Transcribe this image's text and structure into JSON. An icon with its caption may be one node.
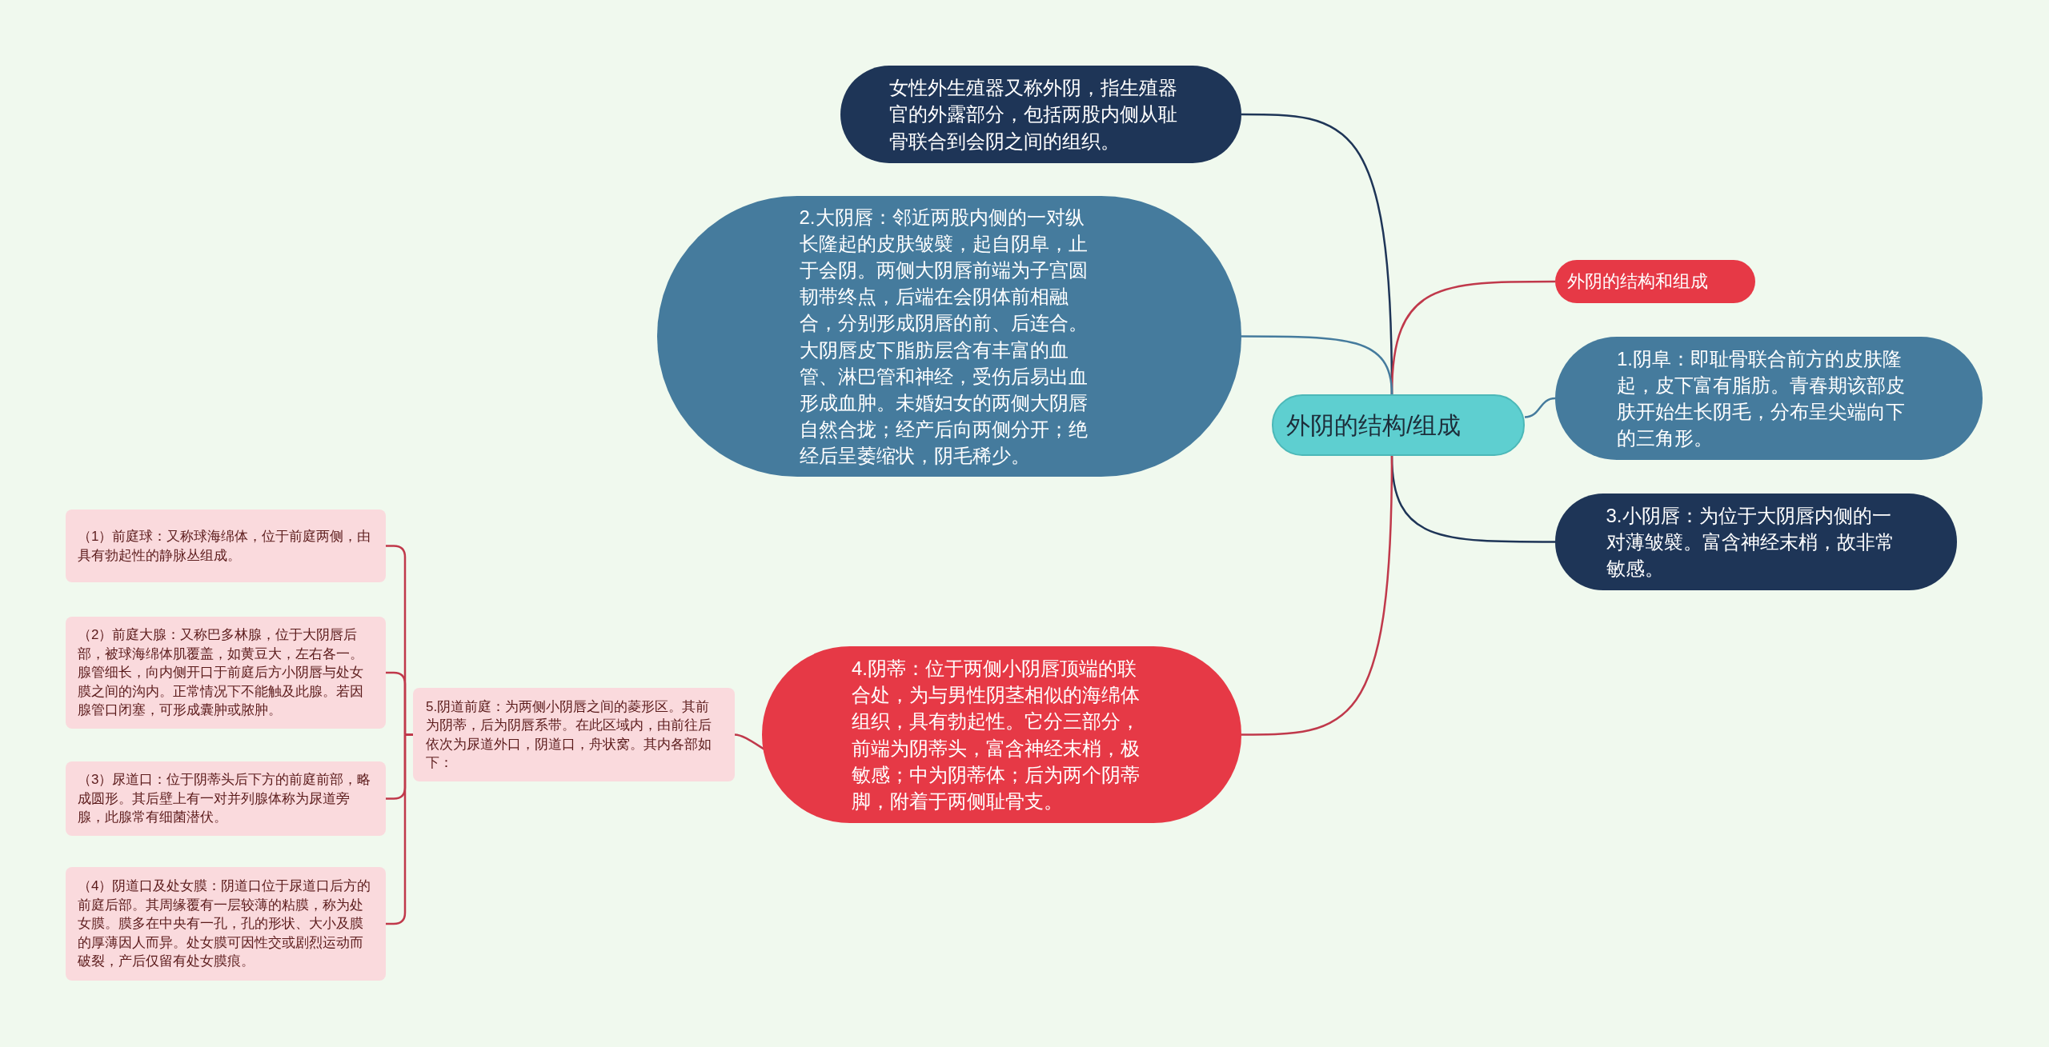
{
  "diagram": {
    "nodes": [
      {
        "text": [
          "外阴的结构/组成"
        ]
      },
      {
        "text": [
          "女性外生殖器又称外阴，指生殖器官的外露部分，包括两股内侧从耻骨联合到会阴之间的组织。"
        ]
      },
      {
        "text": [
          "外阴的结构和组成"
        ]
      },
      {
        "text": [
          "1.阴阜：即耻骨联合前方的皮肤隆起，皮下富有脂肪。青春期该部皮肤开始生长阴毛，分布呈尖端向下的三角形。"
        ]
      },
      {
        "text": [
          "2.大阴唇：邻近两股内侧的一对纵长隆起的皮肤皱襞，起自阴阜，止于会阴。两侧大阴唇前端为子宫圆韧带终点，后端在会阴体前相融合，分别形成阴唇的前、后连合。大阴唇皮下脂肪层含有丰富的血管、淋巴管和神经，受伤后易出血形成血肿。未婚妇女的两侧大阴唇自然合拢；经产后向两侧分开；绝经后呈萎缩状，阴毛稀少。"
        ]
      },
      {
        "text": [
          "3.小阴唇：为位于大阴唇内侧的一对薄皱襞。富含神经末梢，故非常敏感。"
        ]
      },
      {
        "text": [
          "4.阴蒂：位于两侧小阴唇顶端的联合处，为与男性阴茎相似的海绵体组织，具有勃起性。它分三部分，前端为阴蒂头，富含神经末梢，极敏感；中为阴蒂体；后为两个阴蒂脚，附着于两侧耻骨支。"
        ]
      },
      {
        "text": [
          "5.阴道前庭：为两侧小阴唇之间的菱形区。其前为阴蒂，后为阴唇系带。在此区域内，由前往后依次为尿道外口，阴道口，舟状窝。其内各部如下："
        ]
      },
      {
        "text": [
          "（1）前庭球：又称球海绵体，位于前庭两侧，由具有勃起性的静脉丛组成。"
        ]
      },
      {
        "text": [
          "（2）前庭大腺：又称巴多林腺，位于大阴唇后部，被球海绵体肌覆盖，如黄豆大，左右各一。腺管细长，向内侧开口于前庭后方小阴唇与处女膜之间的沟内。正常情况下不能触及此腺。若因腺管口闭塞，可形成囊肿或脓肿。"
        ]
      },
      {
        "text": [
          "（3）尿道口：位于阴蒂头后下方的前庭前部，略成圆形。其后壁上有一对并列腺体称为尿道旁腺，此腺常有细菌潜伏。"
        ]
      },
      {
        "text": [
          "（4）阴道口及处女膜：阴道口位于尿道口后方的前庭后部。其周缘覆有一层较薄的粘膜，称为处女膜。膜多在中央有一孔，孔的形状、大小及膜的厚薄因人而异。处女膜可因性交或剧烈运动而破裂，产后仅留有处女膜痕。"
        ]
      }
    ],
    "edges": [
      {
        "from": 0,
        "to": 1,
        "arrow": "none",
        "color": "#1e3557"
      },
      {
        "from": 0,
        "to": 2,
        "arrow": "none"
      },
      {
        "from": 0,
        "to": 3,
        "arrow": "none",
        "color": "#457b9d"
      },
      {
        "from": 0,
        "to": 4,
        "arrow": "none",
        "color": "#457b9d"
      },
      {
        "from": 0,
        "to": 5,
        "arrow": "none",
        "color": "#1e3557"
      },
      {
        "from": 0,
        "to": 6,
        "arrow": "none"
      },
      {
        "from": 6,
        "to": 7,
        "arrow": "none"
      },
      {
        "from": 7,
        "to": 8,
        "arrow": "none"
      },
      {
        "from": 7,
        "to": 9,
        "arrow": "none"
      },
      {
        "from": 7,
        "to": 10,
        "arrow": "none"
      },
      {
        "from": 7,
        "to": 11,
        "arrow": "none"
      }
    ]
  }
}
